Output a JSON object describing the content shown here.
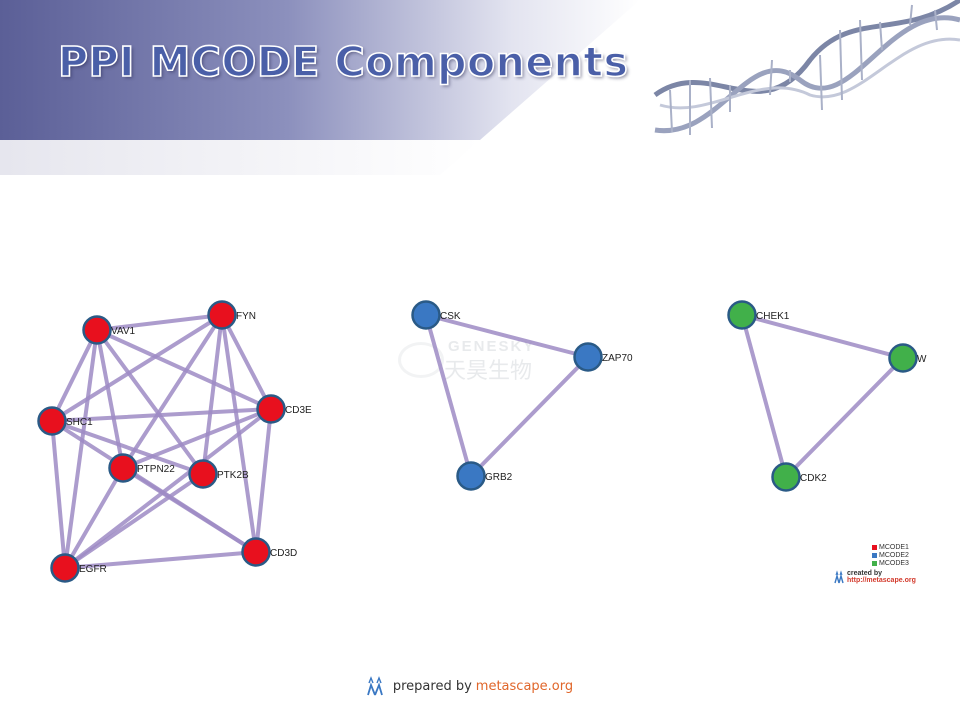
{
  "slide": {
    "title": "PPI MCODE Components"
  },
  "colors": {
    "MCODE1": "#e8101e",
    "MCODE2": "#3a78c3",
    "MCODE3": "#41b04a",
    "edge": "#9e8bc4",
    "node_border": "#2a5a86"
  },
  "networks": [
    {
      "component": "MCODE1",
      "nodes": [
        "VAV1",
        "FYN",
        "CD3E",
        "SHC1",
        "PTPN22",
        "PTK2B",
        "CD3D",
        "EGFR"
      ],
      "edges": [
        [
          "VAV1",
          "FYN"
        ],
        [
          "VAV1",
          "SHC1"
        ],
        [
          "VAV1",
          "CD3E"
        ],
        [
          "VAV1",
          "PTPN22"
        ],
        [
          "VAV1",
          "PTK2B"
        ],
        [
          "VAV1",
          "EGFR"
        ],
        [
          "FYN",
          "SHC1"
        ],
        [
          "FYN",
          "CD3E"
        ],
        [
          "FYN",
          "PTPN22"
        ],
        [
          "FYN",
          "PTK2B"
        ],
        [
          "FYN",
          "CD3D"
        ],
        [
          "SHC1",
          "CD3E"
        ],
        [
          "SHC1",
          "PTK2B"
        ],
        [
          "SHC1",
          "EGFR"
        ],
        [
          "SHC1",
          "CD3D"
        ],
        [
          "CD3E",
          "PTPN22"
        ],
        [
          "CD3E",
          "CD3D"
        ],
        [
          "CD3E",
          "EGFR"
        ],
        [
          "PTPN22",
          "EGFR"
        ],
        [
          "PTPN22",
          "CD3D"
        ],
        [
          "PTK2B",
          "EGFR"
        ],
        [
          "EGFR",
          "CD3D"
        ]
      ]
    },
    {
      "component": "MCODE2",
      "nodes": [
        "CSK",
        "ZAP70",
        "GRB2"
      ],
      "edges": [
        [
          "CSK",
          "ZAP70"
        ],
        [
          "CSK",
          "GRB2"
        ],
        [
          "ZAP70",
          "GRB2"
        ]
      ]
    },
    {
      "component": "MCODE3",
      "nodes": [
        "CHEK1",
        "W",
        "CDK2"
      ],
      "edges": [
        [
          "CHEK1",
          "W"
        ],
        [
          "CHEK1",
          "CDK2"
        ],
        [
          "W",
          "CDK2"
        ]
      ]
    }
  ],
  "watermark": {
    "text_en": "GENESKY",
    "text_cn": "天昊生物"
  },
  "legend": {
    "entries": [
      {
        "label": "MCODE1",
        "color": "#e8101e"
      },
      {
        "label": "MCODE2",
        "color": "#3a78c3"
      },
      {
        "label": "MCODE3",
        "color": "#41b04a"
      }
    ],
    "created_by": "created by",
    "url": "http://metascape.org"
  },
  "footer": {
    "prepared_by": "prepared by",
    "site": "metascape.org"
  },
  "icons": {
    "dna": "dna-helix-icon",
    "metascape": "metascape-logo-icon"
  }
}
